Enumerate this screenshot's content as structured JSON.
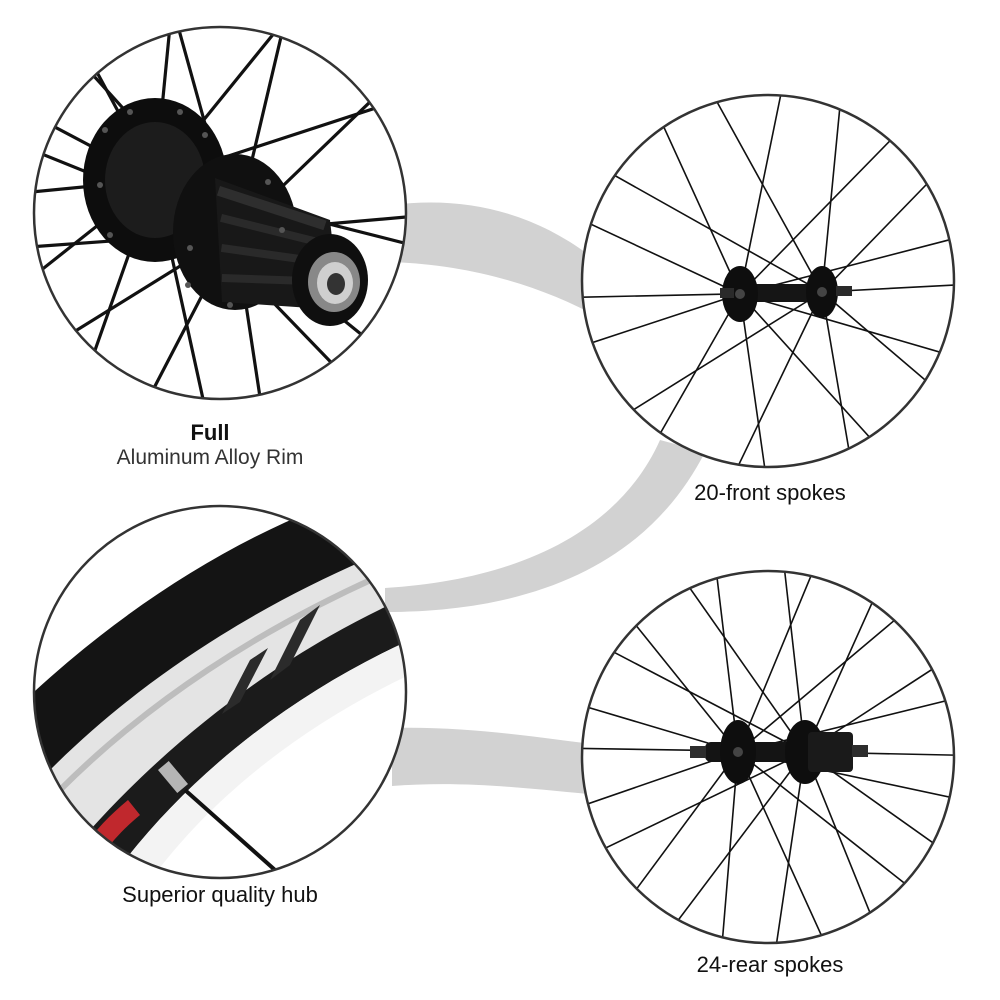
{
  "captions": {
    "top_left_bold": "Full",
    "top_left_light": "Aluminum Alloy Rim",
    "top_right": "20-front spokes",
    "bottom_left": "Superior quality hub",
    "bottom_right": "24-rear spokes"
  },
  "colors": {
    "background": "#ffffff",
    "connector": "#d2d2d2",
    "circle_border": "#333333",
    "spoke": "#111111",
    "rim_silver": "#e4e4e4",
    "rim_black": "#141414",
    "accent_red": "#c0282d"
  },
  "images": {
    "top_left": "hub-closeup-icon",
    "top_right": "front-wheel-icon",
    "bottom_left": "rim-closeup-icon",
    "bottom_right": "rear-wheel-icon"
  }
}
